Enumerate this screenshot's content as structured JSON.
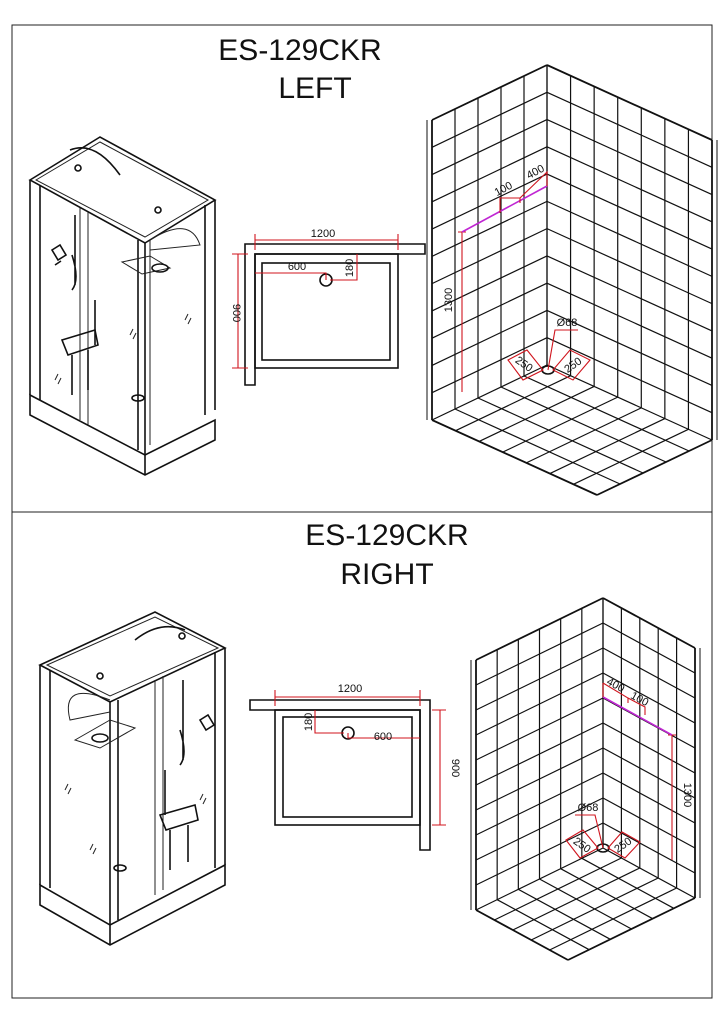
{
  "sections": [
    {
      "model": "ES-129CKR",
      "variant": "LEFT",
      "plan": {
        "width": "1200",
        "depth": "900",
        "drain_offset_x": "600",
        "drain_offset_y": "180"
      },
      "wall": {
        "height": "1300",
        "spacing": "100",
        "offset": "400",
        "drain_diameter": "Ø68",
        "drain_left": "250",
        "drain_right": "250"
      }
    },
    {
      "model": "ES-129CKR",
      "variant": "RIGHT",
      "plan": {
        "width": "1200",
        "depth": "900",
        "drain_offset_x": "600",
        "drain_offset_y": "180"
      },
      "wall": {
        "height": "1300",
        "spacing": "100",
        "offset": "400",
        "drain_diameter": "Ø68",
        "drain_left": "250",
        "drain_right": "250"
      }
    }
  ],
  "colors": {
    "dimension": "#d0151e",
    "pipe": "#c026d3",
    "line": "#111111"
  }
}
